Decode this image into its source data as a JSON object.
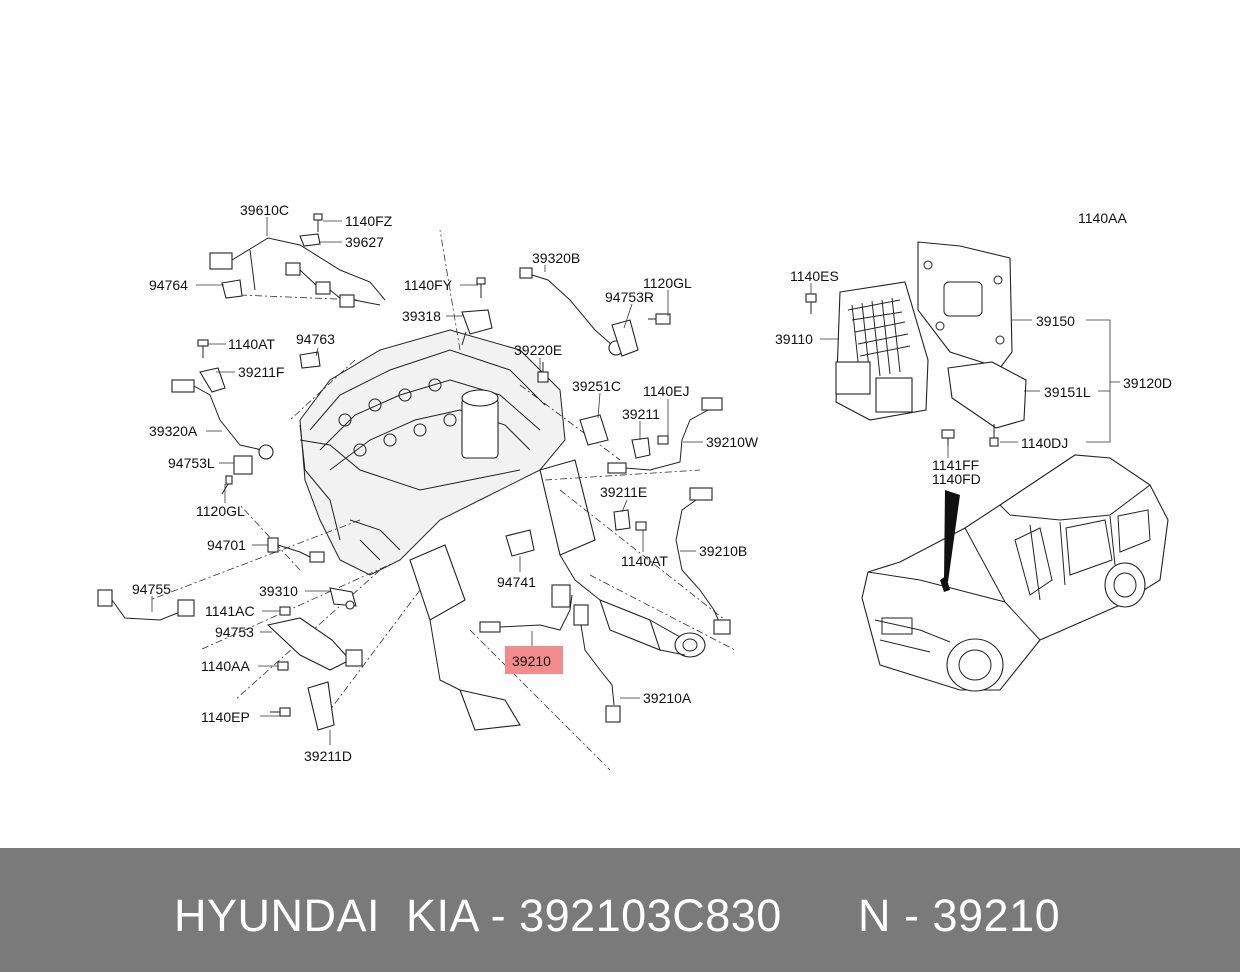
{
  "labels": {
    "l39610C": "39610C",
    "l1140FZ": "1140FZ",
    "l39627": "39627",
    "l94764": "94764",
    "l1140FY": "1140FY",
    "l39318": "39318",
    "l39320B": "39320B",
    "l94753R": "94753R",
    "l1120GL_top": "1120GL",
    "l39220E": "39220E",
    "l1140AT_top": "1140AT",
    "l94763": "94763",
    "l39211F": "39211F",
    "l39251C": "39251C",
    "l1140EJ": "1140EJ",
    "l39211": "39211",
    "l39210W": "39210W",
    "l39320A": "39320A",
    "l94753L": "94753L",
    "l1120GL_bot": "1120GL",
    "l39211E": "39211E",
    "l39210B": "39210B",
    "l1140AT_bot": "1140AT",
    "l94701": "94701",
    "l94741": "94741",
    "l39310": "39310",
    "l94755": "94755",
    "l1141AC": "1141AC",
    "l94753": "94753",
    "l39210": "39210",
    "l1140AA_left": "1140AA",
    "l39210A": "39210A",
    "l1140EP": "1140EP",
    "l39211D": "39211D",
    "l1140AA_right": "1140AA",
    "l1140ES": "1140ES",
    "l39110": "39110",
    "l39150": "39150",
    "l39151L": "39151L",
    "l39120D": "39120D",
    "l1140DJ": "1140DJ",
    "l1141FF": "1141FF",
    "l1140FD": "1140FD"
  },
  "highlight_color": "#f28b8b",
  "footer": {
    "brand": "HYUNDAI  KIA - 392103C830",
    "ref": "N - 39210"
  }
}
